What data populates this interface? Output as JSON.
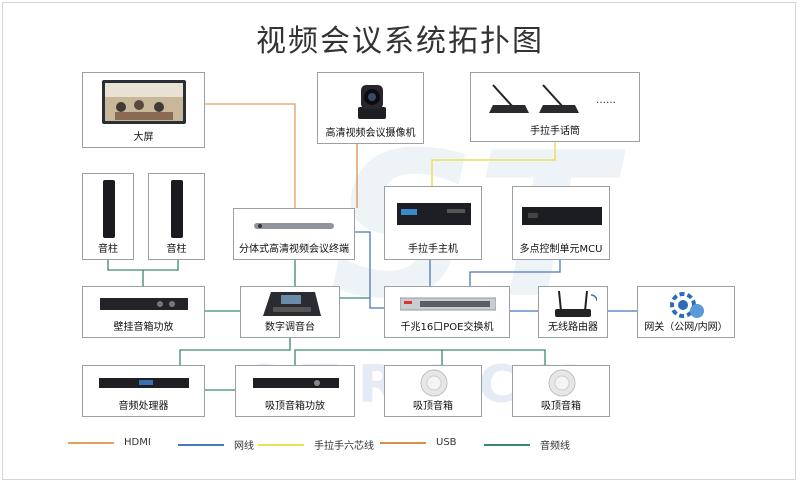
{
  "title": "视频会议系统拓扑图",
  "devices": {
    "screen": "大屏",
    "camera": "高清视频会议摄像机",
    "mics": "手拉手话筒",
    "mics_dots": "……",
    "column1": "音柱",
    "column2": "音柱",
    "terminal": "分体式高清视频会议终端",
    "mic_host": "手拉手主机",
    "mcu": "多点控制单元MCU",
    "wall_amp": "壁挂音箱功放",
    "mixer": "数字调音台",
    "poe": "千兆16口POE交换机",
    "router": "无线路由器",
    "gateway": "网关（公网/内网）",
    "dsp": "音频处理器",
    "ceiling_amp": "吸顶音箱功放",
    "ceiling1": "吸顶音箱",
    "ceiling2": "吸顶音箱"
  },
  "legend": [
    {
      "label": "HDMI",
      "color": "#e0a060"
    },
    {
      "label": "网线",
      "color": "#4a78b8"
    },
    {
      "label": "手拉手六芯线",
      "color": "#e8df5a"
    },
    {
      "label": "USB",
      "color": "#d89048"
    },
    {
      "label": "音频线",
      "color": "#3a8a6a"
    }
  ],
  "watermark": {
    "text": "STRACK"
  }
}
